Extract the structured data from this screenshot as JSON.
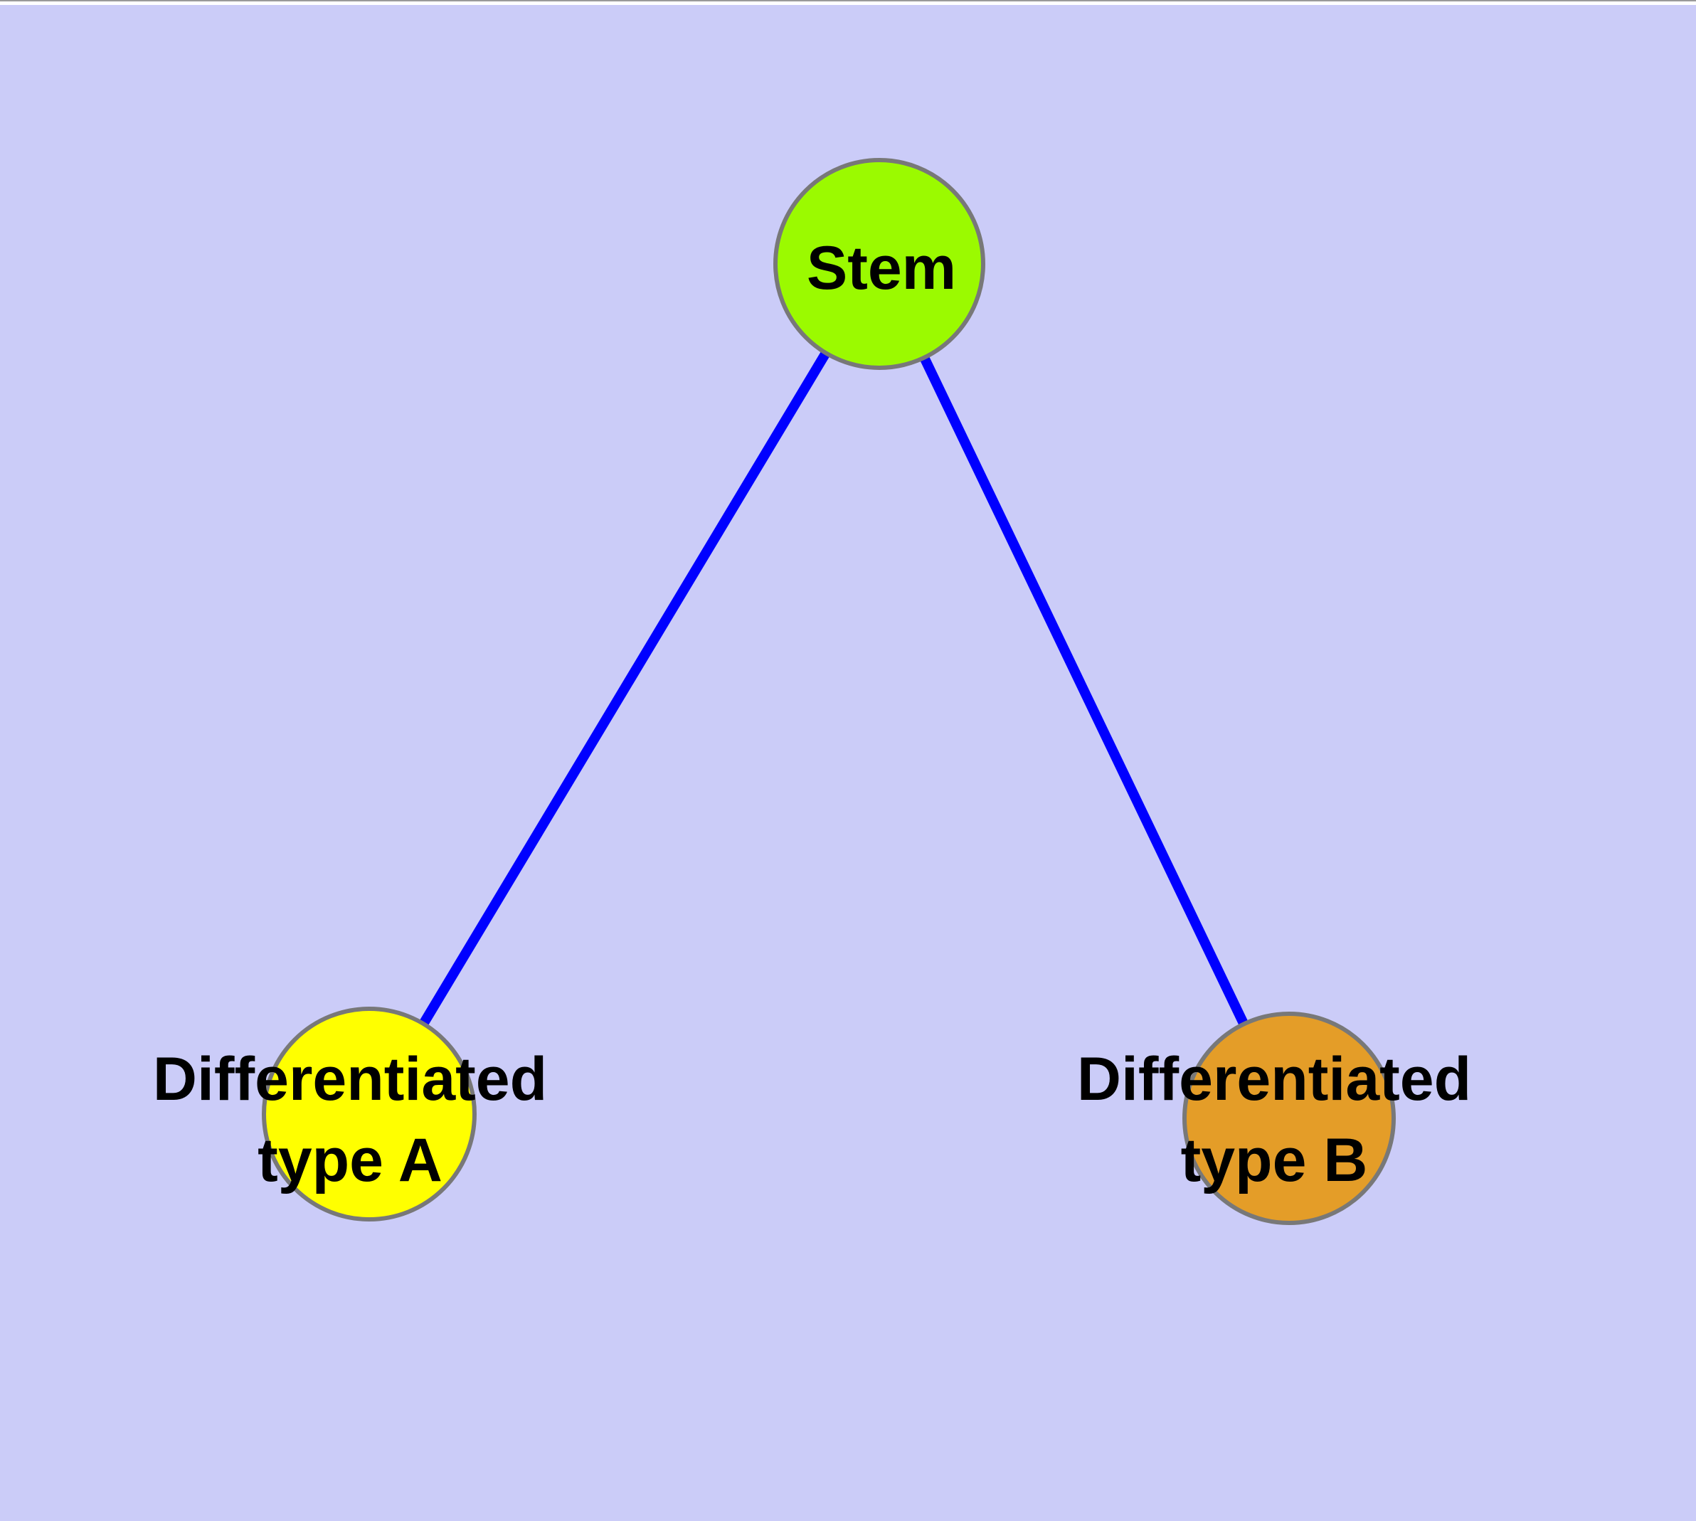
{
  "diagram": {
    "background_color": "#CBCCF8",
    "top_strip_color": "#FFFFFF",
    "node_border_color": "#787878",
    "edge_color": "#0000FF",
    "label_color": "#000000",
    "nodes": [
      {
        "id": "stem",
        "label": "Stem",
        "color": "#9BFA00"
      },
      {
        "id": "differentiated-type-a",
        "label": "Differentiated\ntype A",
        "color": "#FFFF00"
      },
      {
        "id": "differentiated-type-b",
        "label": "Differentiated\ntype B",
        "color": "#E49D28"
      }
    ],
    "edges": [
      {
        "from": "stem",
        "to": "differentiated-type-a"
      },
      {
        "from": "stem",
        "to": "differentiated-type-b"
      }
    ]
  }
}
